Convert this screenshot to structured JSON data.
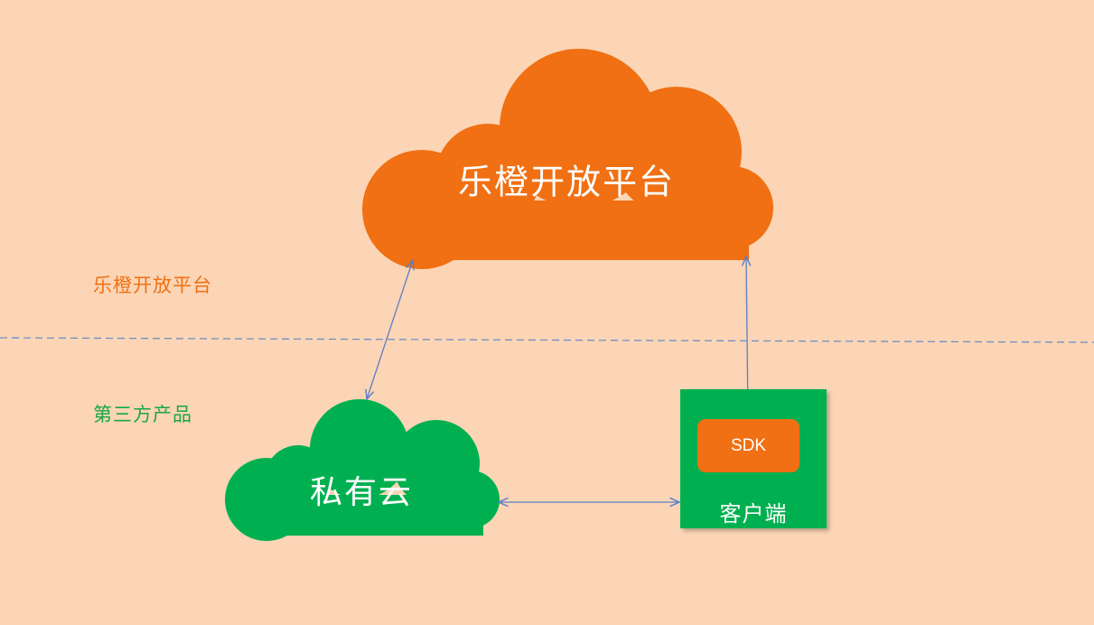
{
  "layers": {
    "top_label": "乐橙开放平台",
    "bottom_label": "第三方产品"
  },
  "nodes": {
    "open_platform": "乐橙开放平台",
    "private_cloud": "私有云",
    "client": "客户端",
    "sdk": "SDK"
  },
  "colors": {
    "background": "#fbd5b5",
    "orange": "#f07013",
    "green": "#00b050",
    "connector": "#5b7fc6"
  }
}
